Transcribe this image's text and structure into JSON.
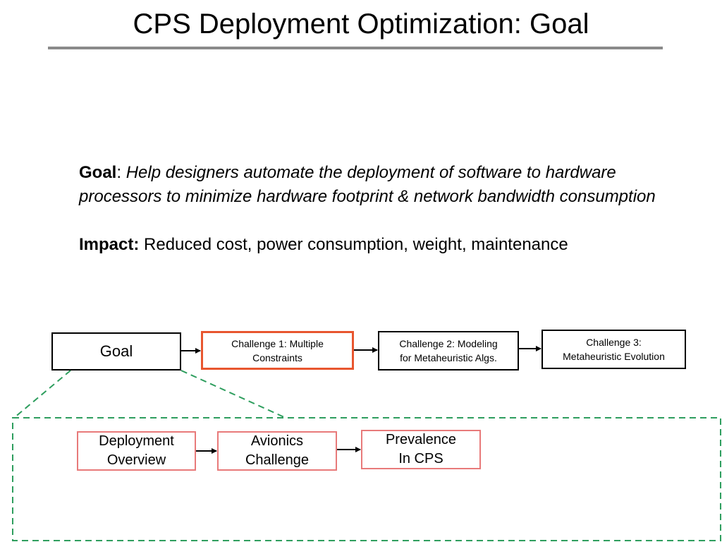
{
  "slide": {
    "title": "CPS Deployment Optimization: Goal"
  },
  "goal_statement": {
    "label": "Goal",
    "separator": ": ",
    "text": "Help designers automate the deployment of software to hardware processors to minimize hardware footprint & network bandwidth consumption"
  },
  "impact_statement": {
    "label": "Impact:",
    "text": " Reduced cost, power consumption, weight, maintenance"
  },
  "top_flow": {
    "goal": {
      "label": "Goal"
    },
    "challenge_1": {
      "line1": "Challenge 1: Multiple",
      "line2": "Constraints",
      "highlighted": true
    },
    "challenge_2": {
      "line1": "Challenge 2: Modeling",
      "line2": "for Metaheuristic Algs."
    },
    "challenge_3": {
      "line1": "Challenge 3:",
      "line2": "Metaheuristic Evolution"
    }
  },
  "sub_flow": {
    "deployment": {
      "line1": "Deployment",
      "line2": "Overview"
    },
    "avionics": {
      "line1": "Avionics",
      "line2": "Challenge"
    },
    "prevalence": {
      "line1": "Prevalence",
      "line2": "In CPS"
    }
  },
  "colors": {
    "highlight_border": "#e8562f",
    "sub_box_border": "#e87a7a",
    "dashed_frame": "#2e9e5e",
    "title_rule": "#8a8a8a"
  }
}
